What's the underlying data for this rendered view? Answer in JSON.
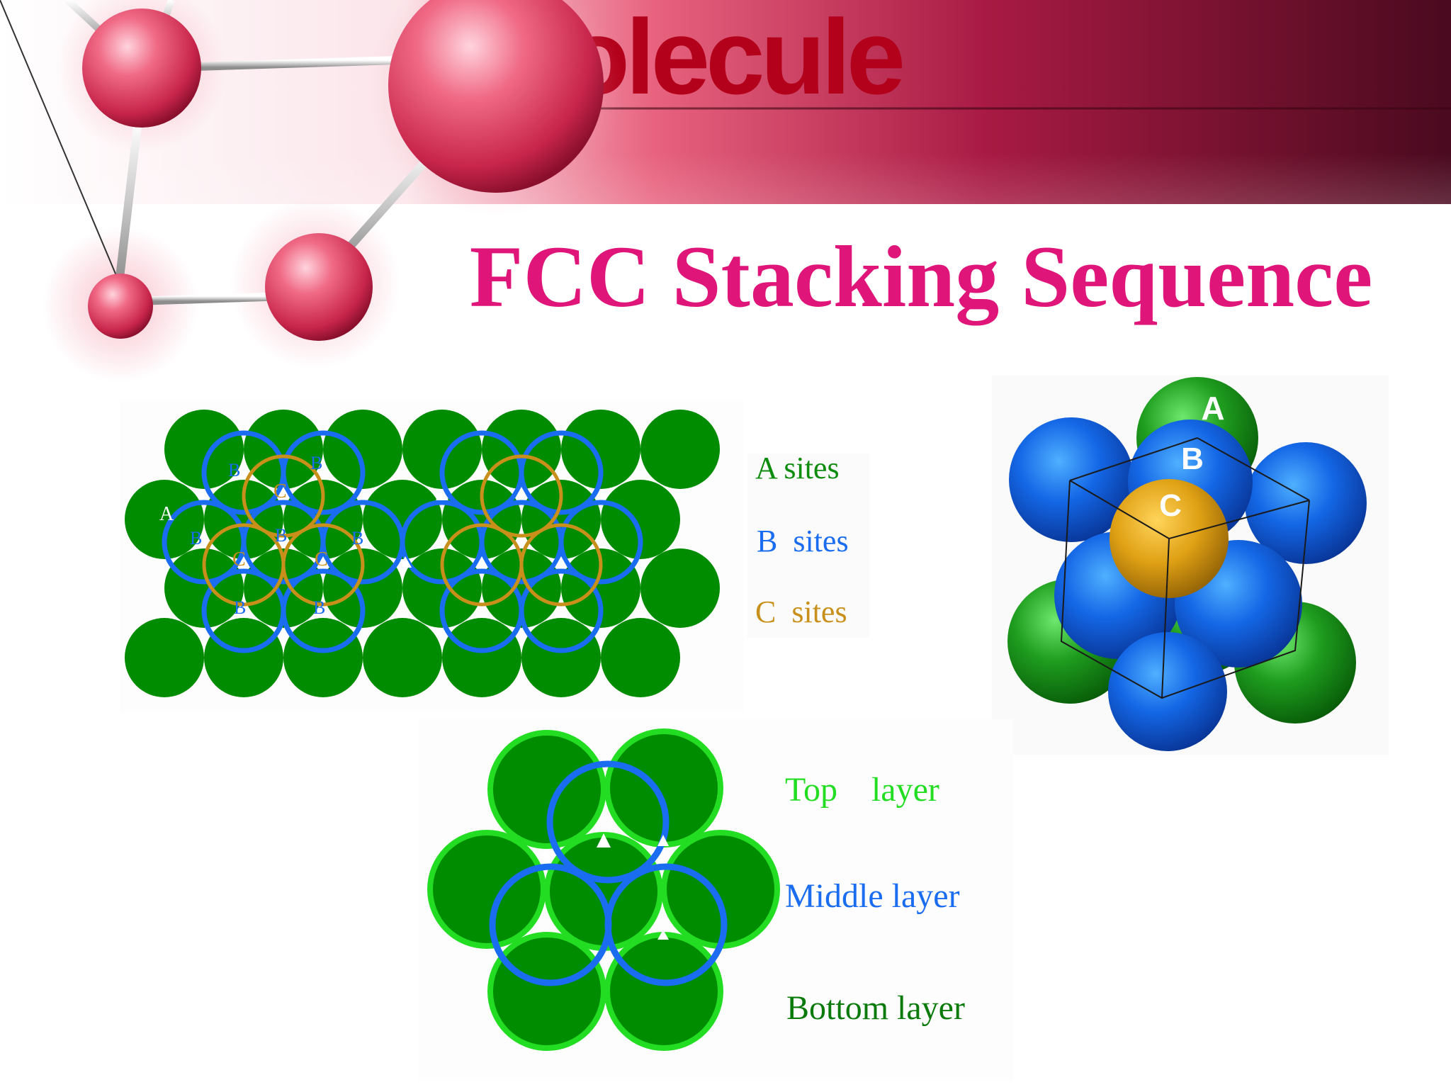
{
  "header": {
    "brand_word": "molecule",
    "title": "FCC Stacking Sequence"
  },
  "site_diagram": {
    "legend": {
      "a_sites": "A sites",
      "b_sites": "B  sites",
      "c_sites": "C  sites"
    },
    "label_a": "A",
    "label_b": "B",
    "label_c": "C"
  },
  "sphere_model": {
    "label_a": "A",
    "label_b": "B",
    "label_c": "C"
  },
  "layer_diagram": {
    "legend": {
      "top": "Top    layer",
      "middle": "Middle layer",
      "bottom": "Bottom layer"
    }
  },
  "colors": {
    "title": "#e0157a",
    "brand": "#b3001b",
    "a_green": "#008c00",
    "b_blue": "#1a6cf0",
    "c_gold": "#c8901a",
    "top_green": "#22dd22",
    "bottom_green": "#0a7a0a"
  }
}
